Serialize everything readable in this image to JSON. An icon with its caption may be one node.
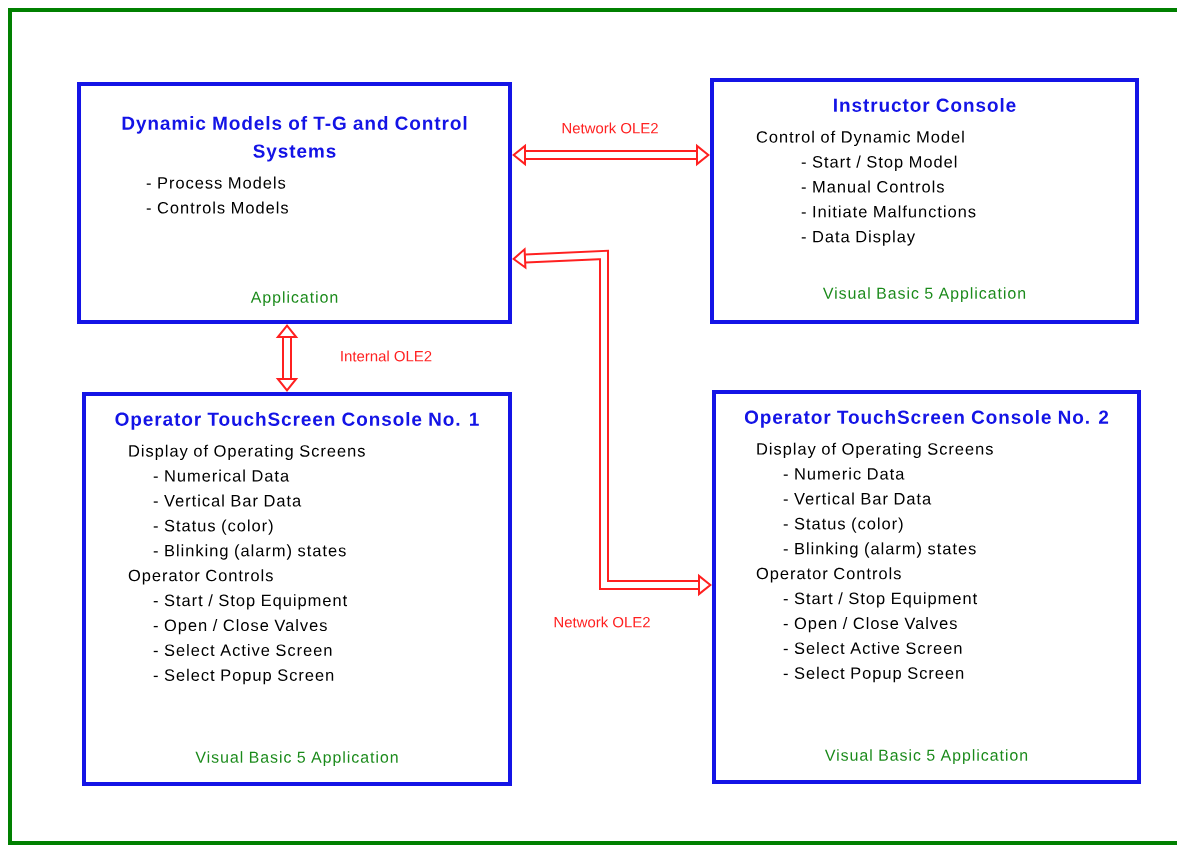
{
  "diagram": {
    "nodes": [
      {
        "text": [
          "Dynamic Models of T-G and Control Systems",
          "- Process Models",
          "- Controls Models",
          "Application"
        ]
      },
      {
        "text": [
          "Instructor Console",
          "Control of Dynamic Model",
          "- Start / Stop Model",
          "- Manual Controls",
          "- Initiate Malfunctions",
          "- Data Display",
          "Visual Basic 5 Application"
        ]
      },
      {
        "text": [
          "Operator TouchScreen Console No. 1",
          "Display of Operating Screens",
          "- Numerical Data",
          "- Vertical Bar Data",
          "- Status (color)",
          "- Blinking (alarm) states",
          "Operator Controls",
          "- Start / Stop Equipment",
          "- Open / Close Valves",
          "- Select Active Screen",
          "- Select Popup Screen",
          "Visual Basic 5 Application"
        ]
      },
      {
        "text": [
          "Operator TouchScreen Console No. 2",
          "Display of Operating Screens",
          "- Numeric Data",
          "- Vertical Bar Data",
          "- Status (color)",
          "- Blinking (alarm) states",
          "Operator Controls",
          "- Start / Stop Equipment",
          "- Open / Close Valves",
          "- Select Active Screen",
          "- Select Popup Screen",
          "Visual Basic 5 Application"
        ]
      }
    ],
    "edges": [
      {
        "from": 0,
        "to": 1,
        "arrow": "both",
        "label": "Network OLE2"
      },
      {
        "from": 0,
        "to": 2,
        "arrow": "both",
        "label": "Internal OLE2"
      },
      {
        "from": 0,
        "to": 3,
        "arrow": "both",
        "label": "Network OLE2"
      }
    ]
  }
}
